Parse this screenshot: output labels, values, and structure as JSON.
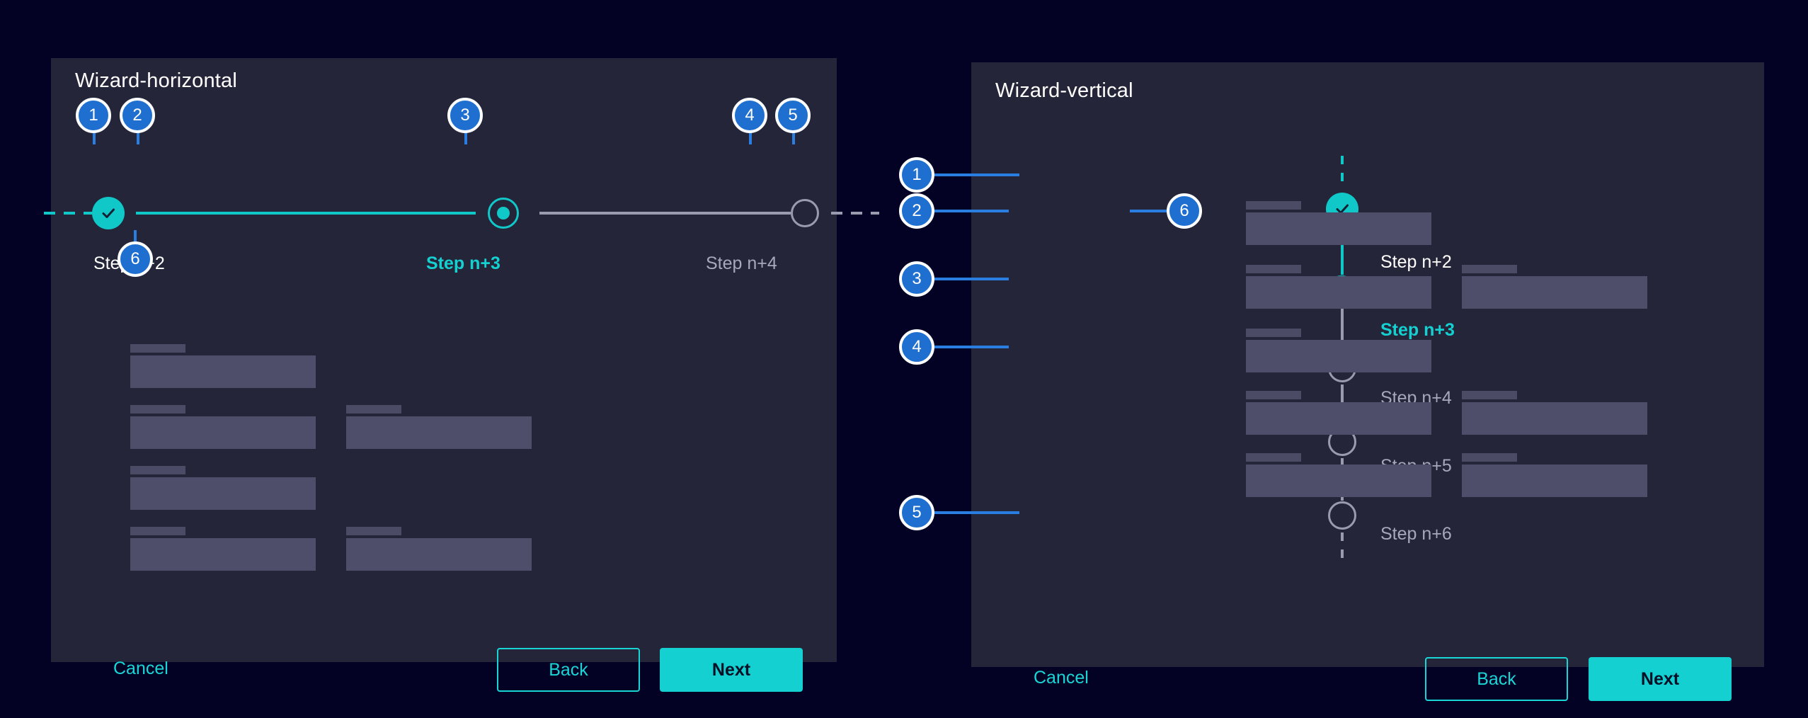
{
  "page": {
    "background": "#030124",
    "panel_background": "#252539"
  },
  "colors": {
    "accent_cyan": "#14d0d0",
    "annotation_blue": "#1f6fd0",
    "leader_blue": "#2a7de1",
    "inactive_gray": "#9b9bb0",
    "skeleton_label": "#4b4b66",
    "skeleton_input": "#4e4e6b",
    "text_white": "#ffffff"
  },
  "wizard_horizontal": {
    "title": "Wizard-horizontal",
    "steps": [
      {
        "label": "Step n+2",
        "state": "done",
        "marker": "check-icon"
      },
      {
        "label": "Step n+3",
        "state": "current",
        "marker": "radio-dot-icon"
      },
      {
        "label": "Step n+4",
        "state": "todo",
        "marker": "empty-circle-icon"
      }
    ],
    "annotations": [
      {
        "id": "1",
        "target": "leading-dashed-connector"
      },
      {
        "id": "2",
        "target": "completed-step-marker"
      },
      {
        "id": "3",
        "target": "current-step-marker"
      },
      {
        "id": "4",
        "target": "upcoming-step-marker"
      },
      {
        "id": "5",
        "target": "trailing-dashed-connector"
      },
      {
        "id": "6",
        "target": "step-label"
      }
    ],
    "form_rows": [
      {
        "fields": 1
      },
      {
        "fields": 2
      },
      {
        "fields": 1
      },
      {
        "fields": 2
      }
    ],
    "footer": {
      "cancel": "Cancel",
      "back": "Back",
      "next": "Next"
    }
  },
  "wizard_vertical": {
    "title": "Wizard-vertical",
    "steps": [
      {
        "label": "Step n+2",
        "state": "done",
        "marker": "check-icon"
      },
      {
        "label": "Step n+3",
        "state": "current",
        "marker": "radio-dot-icon"
      },
      {
        "label": "Step n+4",
        "state": "todo",
        "marker": "empty-circle-icon"
      },
      {
        "label": "Step n+5",
        "state": "todo",
        "marker": "empty-circle-icon"
      },
      {
        "label": "Step n+6",
        "state": "todo",
        "marker": "empty-circle-icon"
      }
    ],
    "annotations": [
      {
        "id": "1",
        "target": "leading-dashed-connector"
      },
      {
        "id": "2",
        "target": "completed-step-marker"
      },
      {
        "id": "3",
        "target": "current-step-marker"
      },
      {
        "id": "4",
        "target": "upcoming-step-marker"
      },
      {
        "id": "5",
        "target": "trailing-dashed-connector"
      },
      {
        "id": "6",
        "target": "step-label"
      }
    ],
    "form_rows": [
      {
        "fields": 1
      },
      {
        "fields": 2
      },
      {
        "fields": 1
      },
      {
        "fields": 2
      },
      {
        "fields": 2
      }
    ],
    "footer": {
      "cancel": "Cancel",
      "back": "Back",
      "next": "Next"
    }
  }
}
